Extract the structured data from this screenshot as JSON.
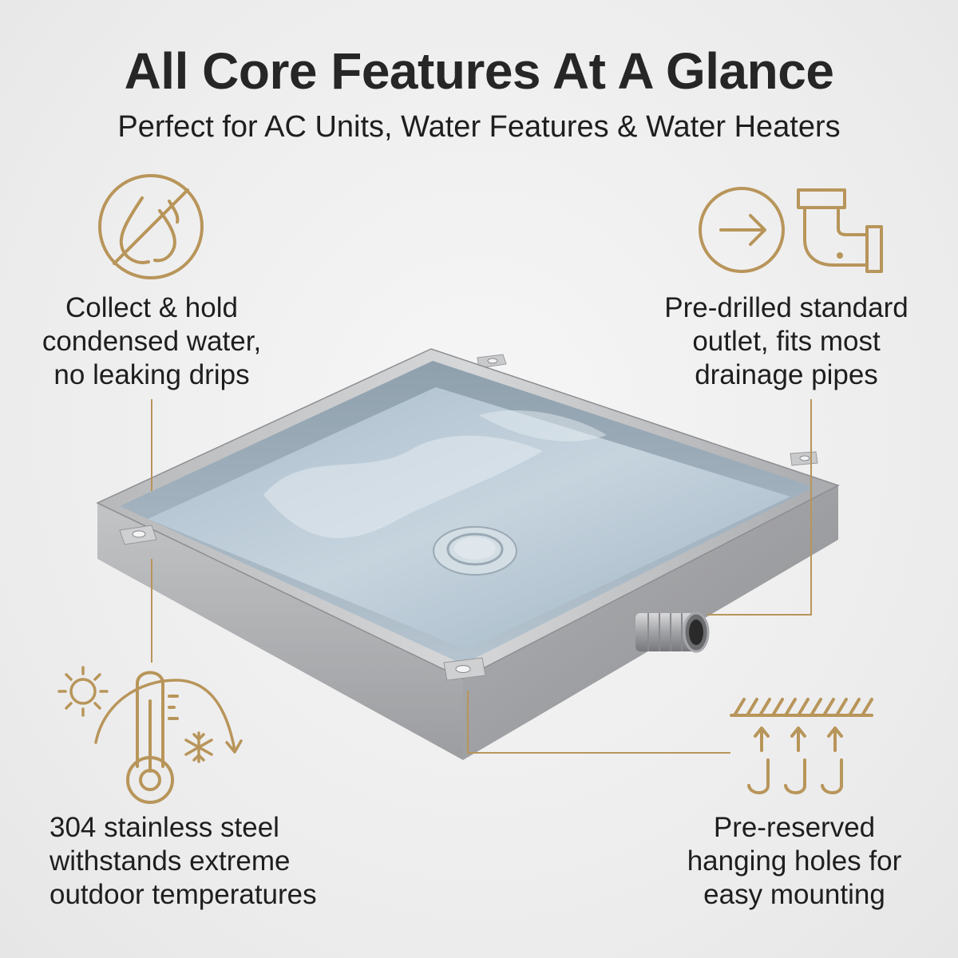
{
  "header": {
    "title": "All Core Features At A Glance",
    "subtitle": "Perfect for AC Units, Water Features & Water Heaters"
  },
  "features": [
    {
      "id": "collect-water",
      "icon": "no-drip-icon",
      "lines": [
        "Collect & hold",
        "condensed water,",
        "no leaking drips"
      ]
    },
    {
      "id": "drain-outlet",
      "icons": [
        "arrow-right-circle-icon",
        "pipe-elbow-icon"
      ],
      "lines": [
        "Pre-drilled standard",
        "outlet, fits most",
        "drainage pipes"
      ]
    },
    {
      "id": "stainless-steel",
      "icons": [
        "sun-icon",
        "thermometer-icon",
        "snowflake-icon"
      ],
      "lines": [
        "304 stainless steel",
        "withstands extreme",
        "outdoor temperatures"
      ]
    },
    {
      "id": "hanging-holes",
      "icon": "ceiling-hooks-icon",
      "lines": [
        "Pre-reserved",
        "hanging holes for",
        "easy mounting"
      ]
    }
  ],
  "colors": {
    "accent_gold": "#B8955A",
    "text": "#1E1E1E",
    "background": "#ECECEC",
    "steel": "#A9AAAD",
    "water": "#B9CAD6"
  }
}
